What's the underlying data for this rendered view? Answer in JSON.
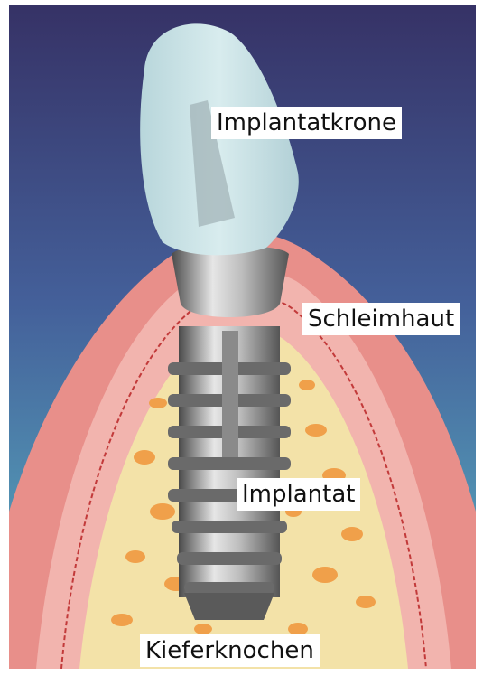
{
  "labels": {
    "crown": "Implantatkrone",
    "gum": "Schleimhaut",
    "implant": "Implantat",
    "bone": "Kieferknochen"
  },
  "colors": {
    "background_top": "#3a3a72",
    "background_bottom": "#57b2c2",
    "gum": "#e88f8a",
    "gum_light": "#f2b4ae",
    "gum_line": "#c23a3a",
    "bone": "#f3e2a8",
    "bone_spot": "#f0a04a",
    "crown": "#c9e2e6",
    "metal_light": "#d9d9d9",
    "metal_dark": "#5a5a5a",
    "label_bg": "#ffffff"
  }
}
